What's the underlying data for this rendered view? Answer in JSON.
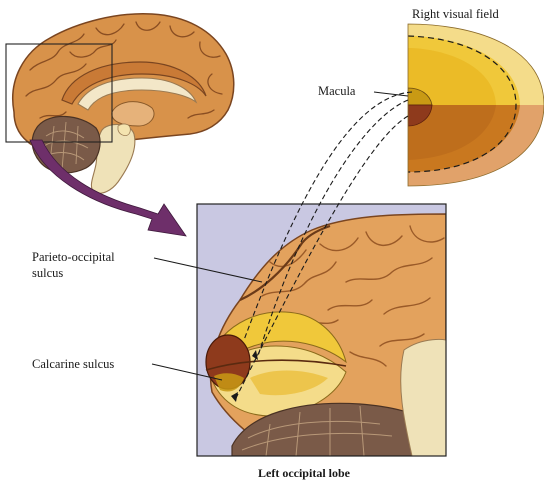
{
  "labels": {
    "right_visual_field": "Right visual field",
    "macula": "Macula",
    "parieto_occipital_line1": "Parieto-occipital",
    "parieto_occipital_line2": "sulcus",
    "calcarine_sulcus": "Calcarine sulcus",
    "caption": "Left occipital lobe"
  },
  "colors": {
    "brain_cortex": "#d8924a",
    "brain_dark": "#8a4e22",
    "cerebellum": "#7a5a48",
    "brainstem": "#efe2b8",
    "inset_bg": "#c9c8e2",
    "field_upper_outer": "#f4dc8a",
    "field_upper_mid": "#f0c83a",
    "field_upper_inner": "#e7b21a",
    "field_lower_outer": "#e1a26a",
    "field_lower_mid": "#c9781f",
    "field_lower_inner": "#b8681a",
    "macula_upper": "#c99a14",
    "macula_lower": "#8e3a1c",
    "arrow": "#6e2f6a"
  }
}
